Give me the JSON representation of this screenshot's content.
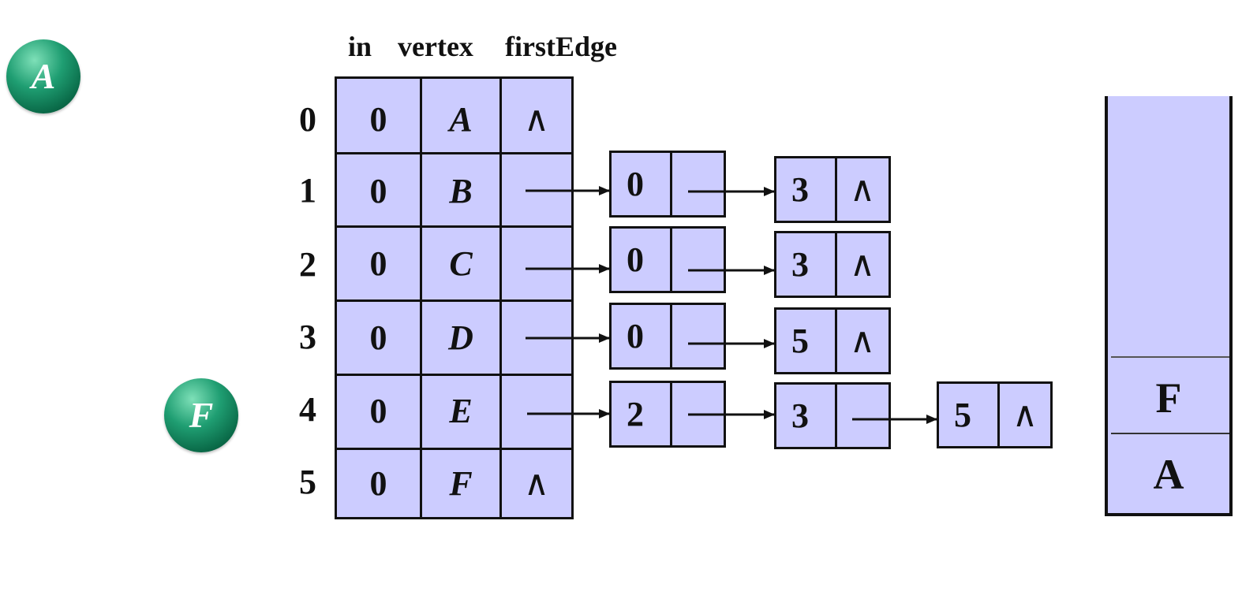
{
  "markers": [
    {
      "label": "A"
    },
    {
      "label": "F"
    }
  ],
  "headers": {
    "in": "in",
    "vertex": "vertex",
    "firstEdge": "firstEdge"
  },
  "rows": [
    {
      "index": "0",
      "in": "0",
      "vertex": "A"
    },
    {
      "index": "1",
      "in": "0",
      "vertex": "B"
    },
    {
      "index": "2",
      "in": "0",
      "vertex": "C"
    },
    {
      "index": "3",
      "in": "0",
      "vertex": "D"
    },
    {
      "index": "4",
      "in": "0",
      "vertex": "E"
    },
    {
      "index": "5",
      "in": "0",
      "vertex": "F"
    }
  ],
  "edge_lists": [
    {
      "row": "1",
      "nodes": [
        "0",
        "3"
      ]
    },
    {
      "row": "2",
      "nodes": [
        "0",
        "3"
      ]
    },
    {
      "row": "3",
      "nodes": [
        "0",
        "5"
      ]
    },
    {
      "row": "4",
      "nodes": [
        "2",
        "3",
        "5"
      ]
    }
  ],
  "null_symbol": "∧",
  "stack": {
    "items_top_to_bottom": [
      "F",
      "A"
    ]
  },
  "colors": {
    "fill": "#ccccff",
    "marker": "#138a5e",
    "line": "#111111"
  }
}
